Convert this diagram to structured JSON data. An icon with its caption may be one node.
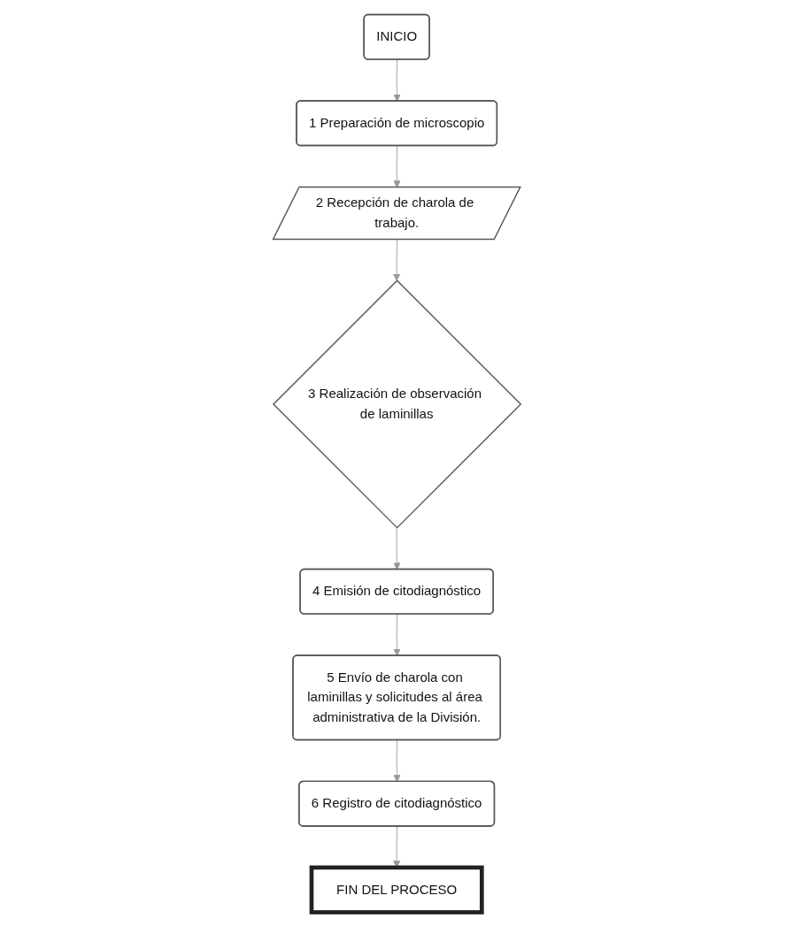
{
  "diagram": {
    "nodes": [
      {
        "text": [
          "INICIO"
        ]
      },
      {
        "text": [
          "1 Preparación de microscopio"
        ]
      },
      {
        "text": [
          "2 Recepción de charola de trabajo."
        ]
      },
      {
        "text": [
          "3 Realización de observación de laminillas"
        ]
      },
      {
        "text": [
          "4 Emisión de citodiagnóstico"
        ]
      },
      {
        "text": [
          "5 Envío de charola con laminillas y solicitudes al área administrativa de la División."
        ]
      },
      {
        "text": [
          "6 Registro de citodiagnóstico"
        ]
      },
      {
        "text": [
          "FIN DEL PROCESO"
        ]
      }
    ],
    "edges": [
      {
        "from": 0,
        "to": 1,
        "arrow": "to"
      },
      {
        "from": 1,
        "to": 2,
        "arrow": "to"
      },
      {
        "from": 2,
        "to": 3,
        "arrow": "to"
      },
      {
        "from": 3,
        "to": 4,
        "arrow": "to"
      },
      {
        "from": 4,
        "to": 5,
        "arrow": "to"
      },
      {
        "from": 5,
        "to": 6,
        "arrow": "to"
      },
      {
        "from": 6,
        "to": 7,
        "arrow": "to"
      }
    ]
  }
}
